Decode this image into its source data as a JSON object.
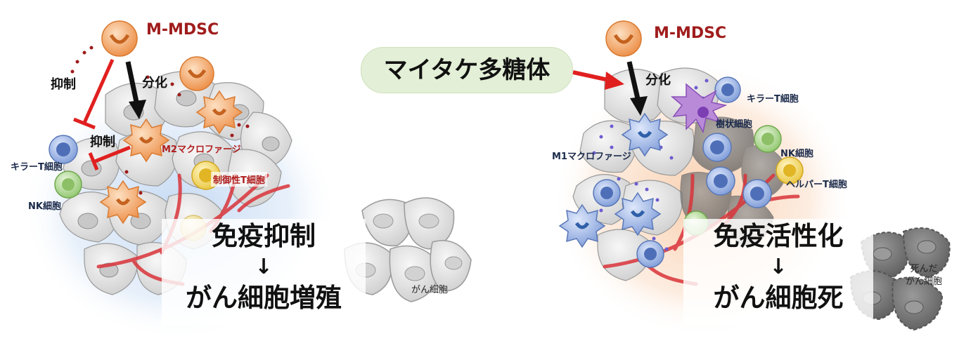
{
  "left_panel": {
    "mdsc_label": "M-MDSC",
    "inhibit_top": "抑制",
    "differentiation": "分化",
    "inhibit_mid": "抑制",
    "m2_macrophage": "M2マクロファージ",
    "killer_t": "キラーT細胞",
    "nk_cell": "NK細胞",
    "treg": "制御性T細胞",
    "result_line1": "免疫抑制",
    "result_arrow": "↓",
    "result_line2": "がん細胞増殖",
    "cancer_cell": "がん細胞"
  },
  "right_panel": {
    "polysaccharide": "マイタケ多糖体",
    "mdsc_label": "M-MDSC",
    "differentiation": "分化",
    "killer_t": "キラーT細胞",
    "dendritic": "樹状細胞",
    "nk_cell": "NK細胞",
    "helper_t": "ヘルパーT細胞",
    "m1_macrophage": "M1マクロファージ",
    "result_line1": "免疫活性化",
    "result_arrow": "↓",
    "result_line2": "がん細胞死",
    "dead_cancer_line1": "死んだ",
    "dead_cancer_line2": "がん細胞"
  },
  "colors": {
    "left_glow": "#bfd6f2",
    "right_glow": "#f8c9a4",
    "inhibit_red": "#e0201f",
    "orange_cell": "#f0a060",
    "blue_cell": "#7d9bd8",
    "green_cell": "#a7d48a",
    "yellow_cell": "#f2d86a",
    "purple_cell": "#9a5cc6"
  }
}
